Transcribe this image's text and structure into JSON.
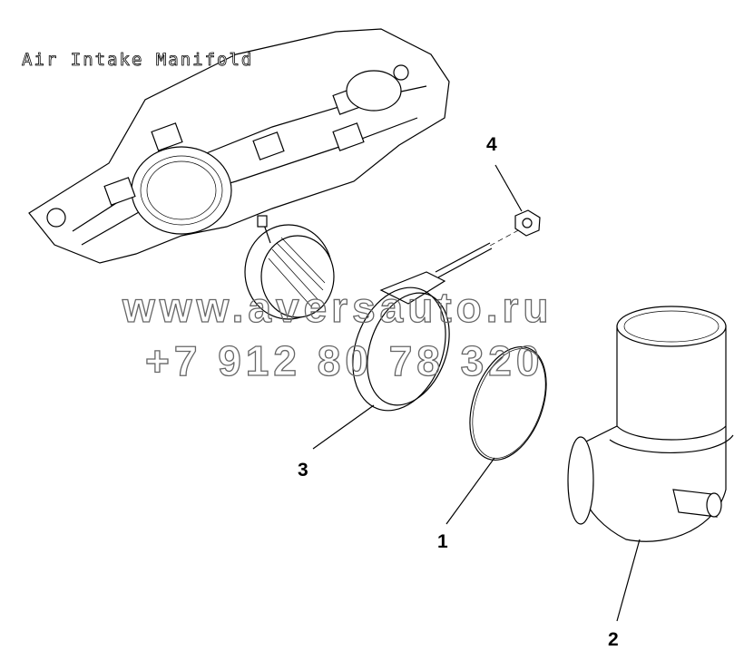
{
  "title": "Air Intake Manifold",
  "callouts": [
    {
      "label": "1",
      "part": "seal-ring"
    },
    {
      "label": "2",
      "part": "elbow-pipe"
    },
    {
      "label": "3",
      "part": "v-band-clamp"
    },
    {
      "label": "4",
      "part": "nut"
    }
  ],
  "watermark": {
    "line1": "www.aversauto.ru",
    "line2": "+7 912 80 78 320"
  }
}
